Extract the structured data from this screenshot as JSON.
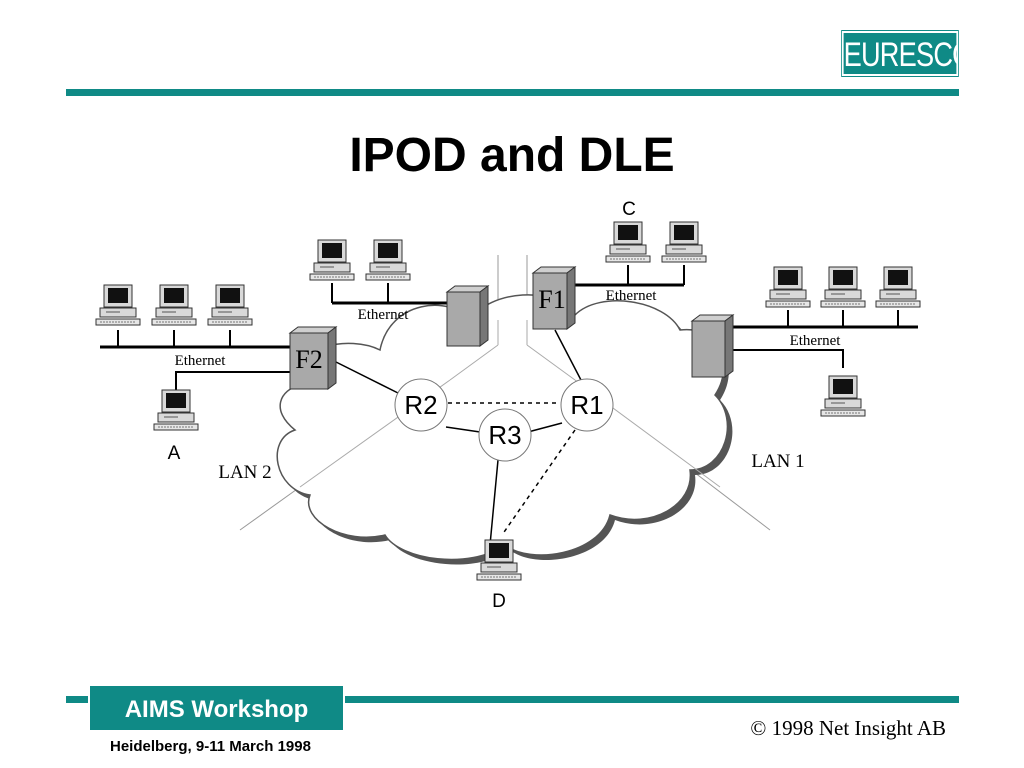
{
  "header": {
    "logo_text": "EURESCOM",
    "title": "IPOD and DLE"
  },
  "diagram": {
    "routers": {
      "r1": "R1",
      "r2": "R2",
      "r3": "R3"
    },
    "firewalls": {
      "f1": "F1",
      "f2": "F2"
    },
    "networks": {
      "lan1": "LAN 1",
      "lan2": "LAN 2"
    },
    "ethernet_labels": [
      "Ethernet",
      "Ethernet",
      "Ethernet",
      "Ethernet"
    ],
    "hosts": {
      "a": "A",
      "c": "C",
      "d": "D"
    }
  },
  "footer": {
    "workshop": "AIMS Workshop",
    "location_date": "Heidelberg, 9-11 March 1998",
    "copyright": "© 1998 Net Insight AB"
  },
  "colors": {
    "accent": "#0f8a86",
    "firewall": "#a9a9a9"
  }
}
